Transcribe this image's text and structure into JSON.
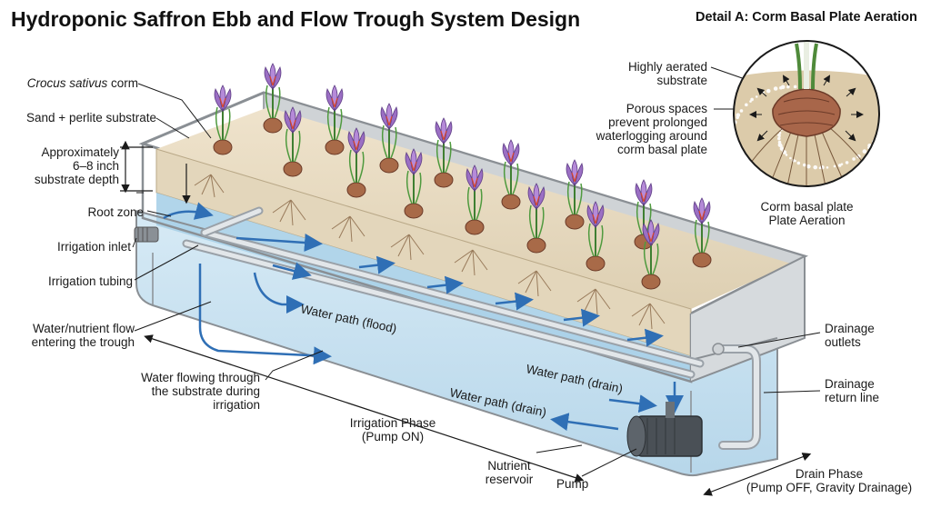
{
  "title": "Hydroponic Saffron Ebb and Flow Trough System Design",
  "detail": {
    "title": "Detail A: Corm Basal Plate Aeration",
    "highly_aerated": [
      "Highly aerated",
      "substrate"
    ],
    "porous_spaces": [
      "Porous spaces",
      "prevent prolonged",
      "waterlogging around",
      "corm basal plate"
    ],
    "caption": [
      "Corm basal plate",
      "Plate Aeration"
    ]
  },
  "labels": {
    "corm_species": "Crocus sativus",
    "corm_suffix": " corm",
    "substrate": "Sand + perlite substrate",
    "depth": [
      "Approximately",
      "6–8 inch",
      "substrate depth"
    ],
    "root_zone": "Root zone",
    "irrigation_inlet": "Irrigation inlet",
    "irrigation_tubing": "Irrigation tubing",
    "nutrient_flow": [
      "Water/nutrient flow",
      "entering the trough"
    ],
    "water_through": [
      "Water flowing through",
      "the substrate during",
      "irrigation"
    ],
    "irrigation_phase": [
      "Irrigation Phase",
      "(Pump ON)"
    ],
    "nutrient_reservoir": [
      "Nutrient",
      "reservoir"
    ],
    "pump": "Pump",
    "drain_phase": [
      "Drain Phase",
      "(Pump OFF, Gravity Drainage)"
    ],
    "drainage_outlets": [
      "Drainage",
      "outlets"
    ],
    "drainage_return": [
      "Drainage",
      "return line"
    ]
  },
  "water_paths": {
    "flood": "Water path (flood)",
    "drain_upper": "Water path (drain)",
    "drain_lower": "Water path (drain)"
  },
  "colors": {
    "flower": "#9b6fc4",
    "water": "#b9d9ec",
    "flow_arrow": "#2f6fb5",
    "substrate": "#e8dcc4",
    "trough": "#dcdcdc"
  }
}
